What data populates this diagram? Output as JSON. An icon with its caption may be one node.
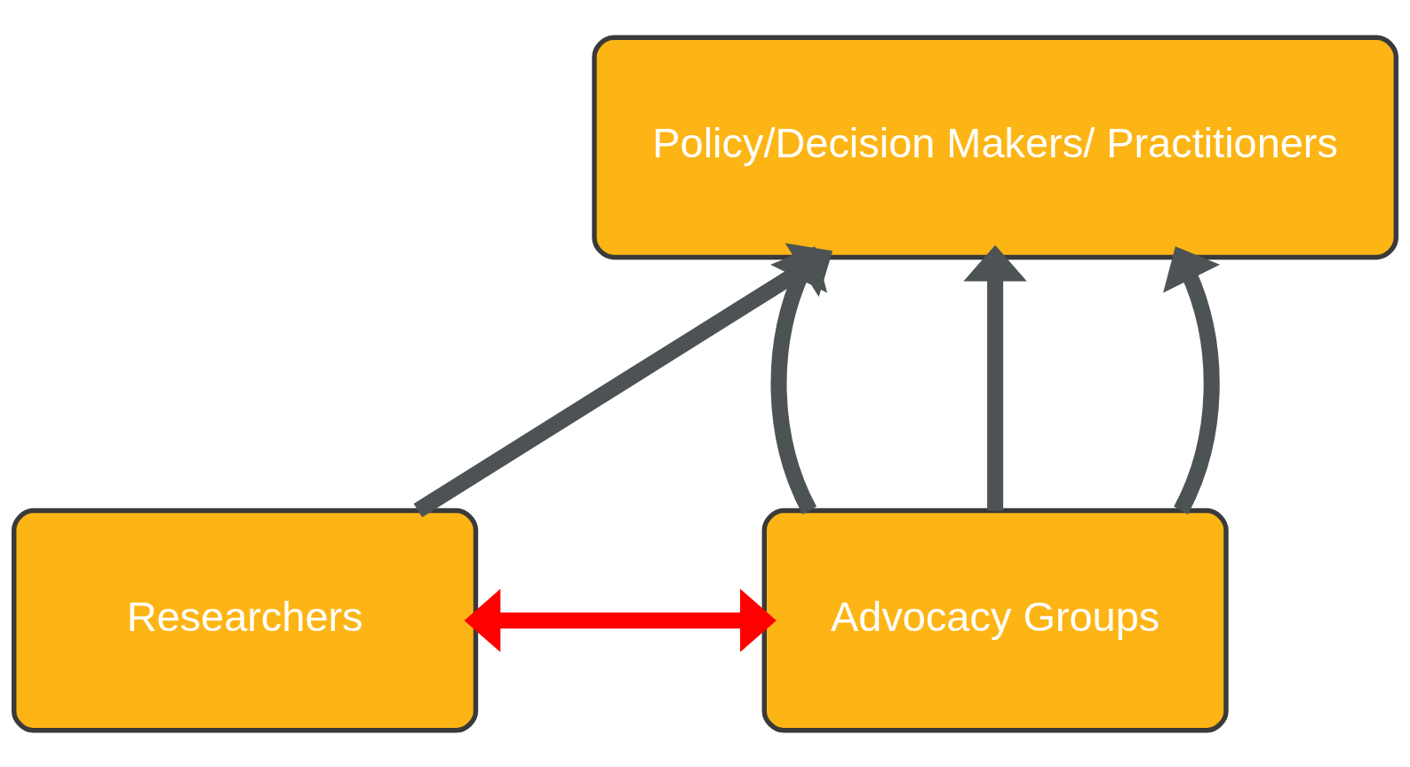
{
  "diagram": {
    "nodes": [
      {
        "text": [
          "Policy/Decision Makers/ Practitioners"
        ]
      },
      {
        "text": [
          "Researchers"
        ]
      },
      {
        "text": [
          "Advocacy Groups"
        ]
      }
    ],
    "edges": [
      {
        "from": 1,
        "to": 0,
        "arrow": "to"
      },
      {
        "from": 1,
        "to": 2,
        "arrow": "both",
        "color": "#ff0000"
      },
      {
        "from": 2,
        "to": 0,
        "arrow": "to"
      },
      {
        "from": 2,
        "to": 0,
        "arrow": "to"
      },
      {
        "from": 2,
        "to": 0,
        "arrow": "to"
      }
    ]
  }
}
